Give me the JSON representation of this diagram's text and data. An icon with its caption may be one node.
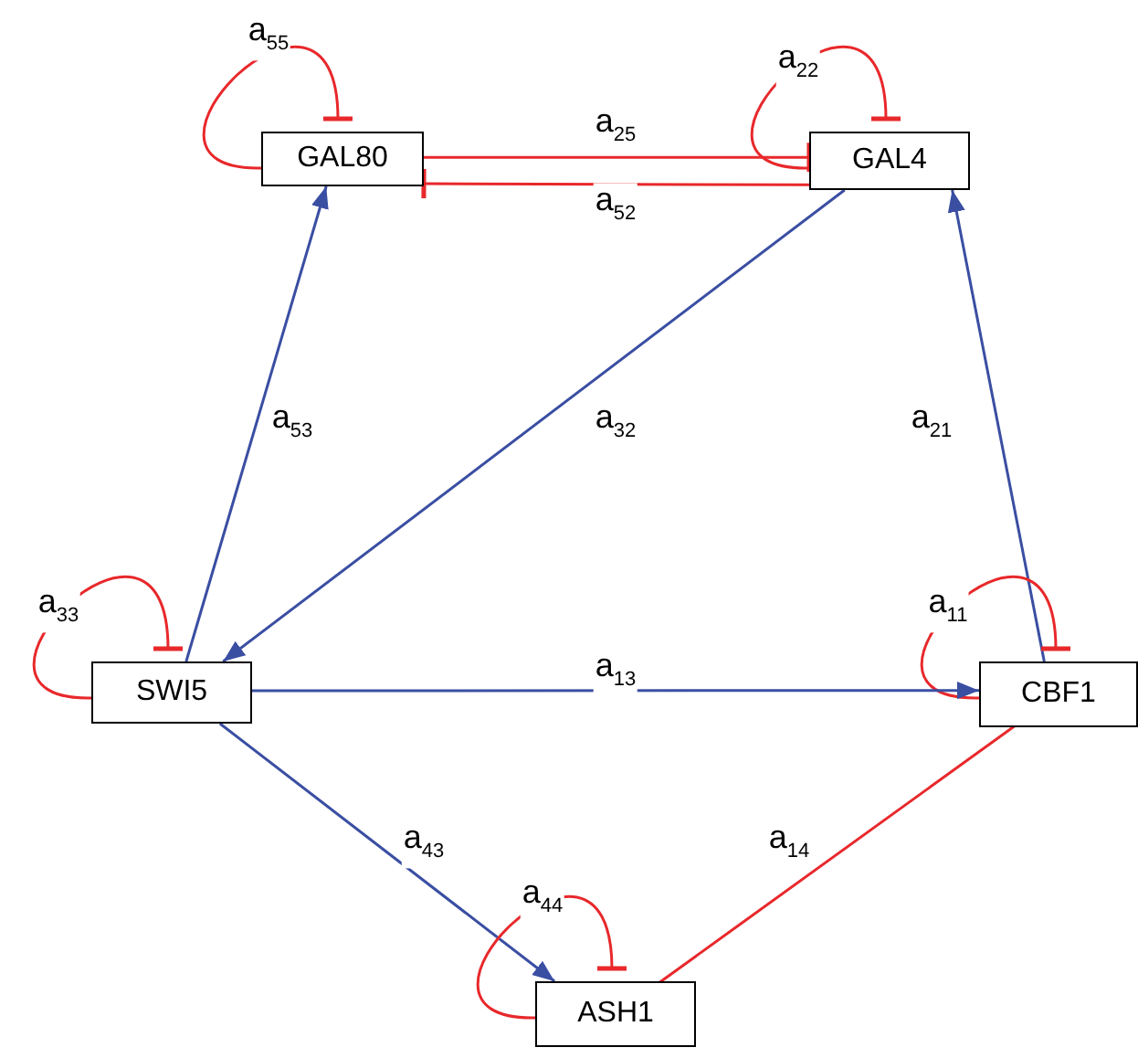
{
  "diagram": {
    "nodes": [
      {
        "text": [
          "GAL80"
        ]
      },
      {
        "text": [
          "GAL4"
        ]
      },
      {
        "text": [
          "SWI5"
        ]
      },
      {
        "text": [
          "CBF1"
        ]
      },
      {
        "text": [
          "ASH1"
        ]
      }
    ],
    "edges": [
      {
        "from": 0,
        "to": 0,
        "arrow": "other",
        "label": "a$_{55}$"
      },
      {
        "from": 1,
        "to": 1,
        "arrow": "other",
        "label": "a$_{22}$"
      },
      {
        "from": 0,
        "to": 1,
        "arrow": "other",
        "label": "a$_{25}$"
      },
      {
        "from": 1,
        "to": 0,
        "arrow": "other",
        "label": "a$_{52}$"
      },
      {
        "from": 2,
        "to": 0,
        "arrow": "to",
        "label": "a$_{53}$",
        "color": "#3a4ea2"
      },
      {
        "from": 1,
        "to": 2,
        "arrow": "to",
        "label": "a$_{32}$",
        "color": "#3a4ea2"
      },
      {
        "from": 3,
        "to": 1,
        "arrow": "to",
        "label": "a$_{21}$",
        "color": "#3a4ea2"
      },
      {
        "from": 2,
        "to": 2,
        "arrow": "other",
        "label": "a$_{33}$"
      },
      {
        "from": 3,
        "to": 3,
        "arrow": "other",
        "label": "a$_{11}$"
      },
      {
        "from": 2,
        "to": 3,
        "arrow": "to",
        "label": "a$_{13}$",
        "color": "#3a4ea2"
      },
      {
        "from": 2,
        "to": 4,
        "arrow": "to",
        "label": "a$_{43}$",
        "color": "#3a4ea2"
      },
      {
        "from": 4,
        "to": 4,
        "arrow": "other",
        "label": "a$_{44}$"
      },
      {
        "from": 4,
        "to": 3,
        "arrow": "other",
        "label": "a$_{14}$"
      }
    ]
  }
}
